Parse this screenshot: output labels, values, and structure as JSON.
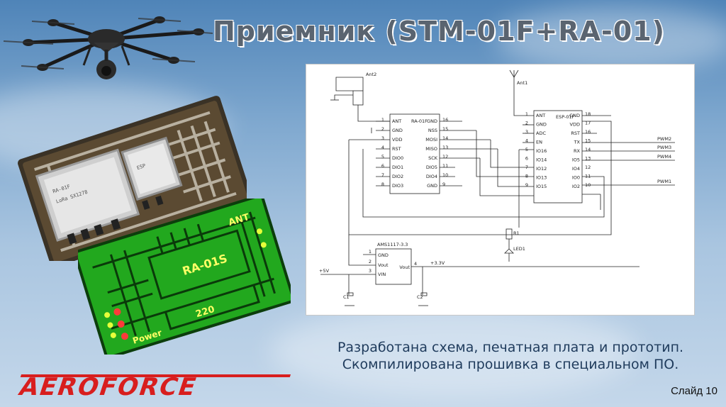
{
  "title": "Приемник (STM-01F+RA-01)",
  "caption": {
    "line1": "Разработана схема, печатная плата и прототип.",
    "line2": "Скомпилирована прошивка в специальном ПО."
  },
  "slide_number": "Слайд 10",
  "logo_text": "AEROFORCE",
  "pcb": {
    "chip_label": "RA-01S",
    "ant_label": "ANT",
    "power_label": "Power",
    "value_220": "220"
  },
  "schematic": {
    "ant2": "Ant2",
    "ant1": "Ant1",
    "ra_name": "RA-01F",
    "esp_name": "ESP-01F",
    "reg_name": "AMS1117-3.3",
    "plus5": "+5V",
    "plus33": "+3.3V",
    "ra_left_pins": [
      "ANT",
      "GND",
      "VDD",
      "RST",
      "DIO0",
      "DIO1",
      "DIO2",
      "DIO3"
    ],
    "ra_left_nums": [
      "1",
      "2",
      "3",
      "4",
      "5",
      "6",
      "7",
      "8"
    ],
    "ra_right_pins": [
      "GND",
      "NSS",
      "MOSI",
      "MISO",
      "SCK",
      "DIO5",
      "DIO4",
      "GND"
    ],
    "ra_right_nums": [
      "16",
      "15",
      "14",
      "13",
      "12",
      "11",
      "10",
      "9"
    ],
    "esp_left_pins": [
      "ANT",
      "GND",
      "ADC",
      "EN",
      "IO16",
      "IO14",
      "IO12",
      "IO13",
      "IO15"
    ],
    "esp_left_nums": [
      "1",
      "2",
      "3",
      "4",
      "5",
      "6",
      "7",
      "8",
      "9"
    ],
    "esp_right_pins": [
      "GND",
      "VDD",
      "RST",
      "TX",
      "RX",
      "IO5",
      "IO4",
      "IO0",
      "IO2"
    ],
    "esp_right_nums": [
      "18",
      "17",
      "16",
      "15",
      "14",
      "13",
      "12",
      "11",
      "10"
    ],
    "pwm": [
      "PWM2",
      "PWM3",
      "PWM4",
      "PWM1"
    ],
    "reg_pins": [
      "GND",
      "Vout",
      "VIN",
      "Vout"
    ],
    "reg_nums": [
      "1",
      "2",
      "3",
      "4"
    ],
    "c1": "C1",
    "c2": "C2",
    "r1": "R1",
    "led1": "LED1"
  },
  "colors": {
    "title": "#5a6470",
    "caption": "#1f3b5c",
    "logo_red": "#d81e1e",
    "pcb_green": "#22a81e"
  }
}
